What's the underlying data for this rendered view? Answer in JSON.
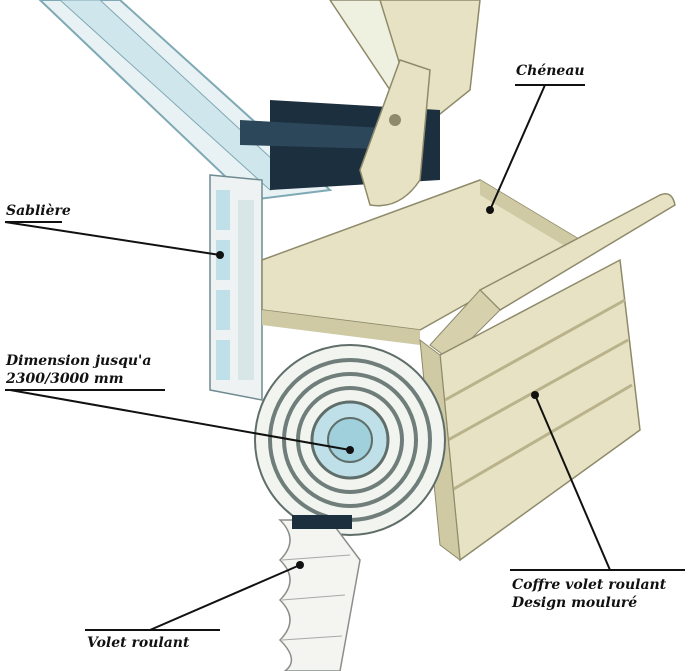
{
  "labels": {
    "cheneau": "Chéneau",
    "sabliere": "Sablière",
    "dimension_line1": "Dimension jusqu'a",
    "dimension_line2": "2300/3000 mm",
    "coffre_line1": "Coffre volet roulant",
    "coffre_line2": "Design mouluré",
    "volet": "Volet roulant"
  },
  "colors": {
    "cream": "#e6e2c3",
    "cream_shade": "#cfc9a4",
    "cream_dark": "#b9b28a",
    "glass": "#bfe0e8",
    "glass_edge": "#7fa9b4",
    "navy": "#1c2f3f",
    "frame_white": "#eef2f2",
    "leader": "#111111"
  }
}
